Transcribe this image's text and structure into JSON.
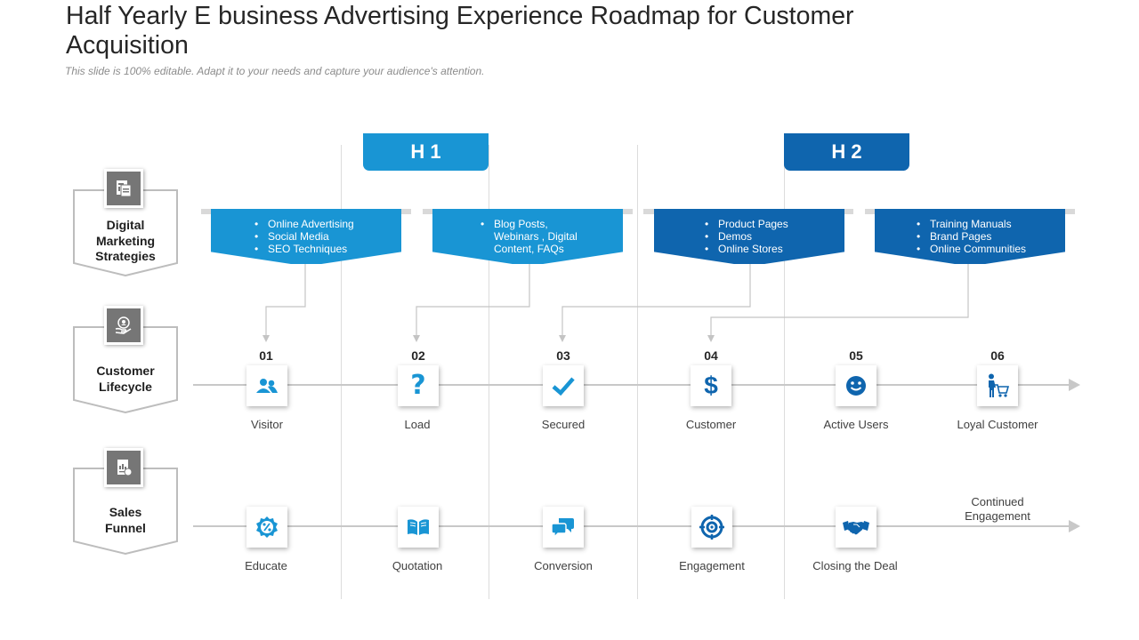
{
  "slide": {
    "title": "Half Yearly E business Advertising Experience Roadmap for Customer Acquisition",
    "subtitle": "This slide is 100% editable. Adapt it to your needs and capture your audience's attention."
  },
  "halves": [
    {
      "label": "H 1",
      "color": "#1995d4"
    },
    {
      "label": "H 2",
      "color": "#0f65ae"
    }
  ],
  "row_labels": [
    {
      "text": "Digital Marketing Strategies",
      "icon": "document-chart-icon"
    },
    {
      "text": "Customer Lifecycle",
      "icon": "hand-user-icon"
    },
    {
      "text": "Sales Funnel",
      "icon": "report-icon"
    }
  ],
  "strategies": [
    {
      "items": [
        "Online Advertising",
        "Social Media",
        "SEO Techniques"
      ]
    },
    {
      "items": [
        "Blog Posts, Webinars , Digital Content, FAQs"
      ]
    },
    {
      "items": [
        "Product Pages",
        "Demos",
        "Online Stores"
      ]
    },
    {
      "items": [
        "Training Manuals",
        "Brand Pages",
        "Online Communities"
      ]
    }
  ],
  "lifecycle": [
    {
      "num": "01",
      "label": "Visitor",
      "icon": "users-icon"
    },
    {
      "num": "02",
      "label": "Load",
      "icon": "question-icon"
    },
    {
      "num": "03",
      "label": "Secured",
      "icon": "checkmark-icon"
    },
    {
      "num": "04",
      "label": "Customer",
      "icon": "dollar-icon"
    },
    {
      "num": "05",
      "label": "Active Users",
      "icon": "smiley-icon"
    },
    {
      "num": "06",
      "label": "Loyal Customer",
      "icon": "shopper-cart-icon"
    }
  ],
  "funnel": [
    {
      "label": "Educate",
      "icon": "percent-badge-icon"
    },
    {
      "label": "Quotation",
      "icon": "open-book-icon"
    },
    {
      "label": "Conversion",
      "icon": "chat-bubbles-icon"
    },
    {
      "label": "Engagement",
      "icon": "target-icon"
    },
    {
      "label": "Closing the Deal",
      "icon": "handshake-icon"
    }
  ],
  "funnel_end_label": "Continued Engagement",
  "colors": {
    "light_blue": "#1995d4",
    "dark_blue": "#0f65ae",
    "icon_gray": "#767676"
  }
}
